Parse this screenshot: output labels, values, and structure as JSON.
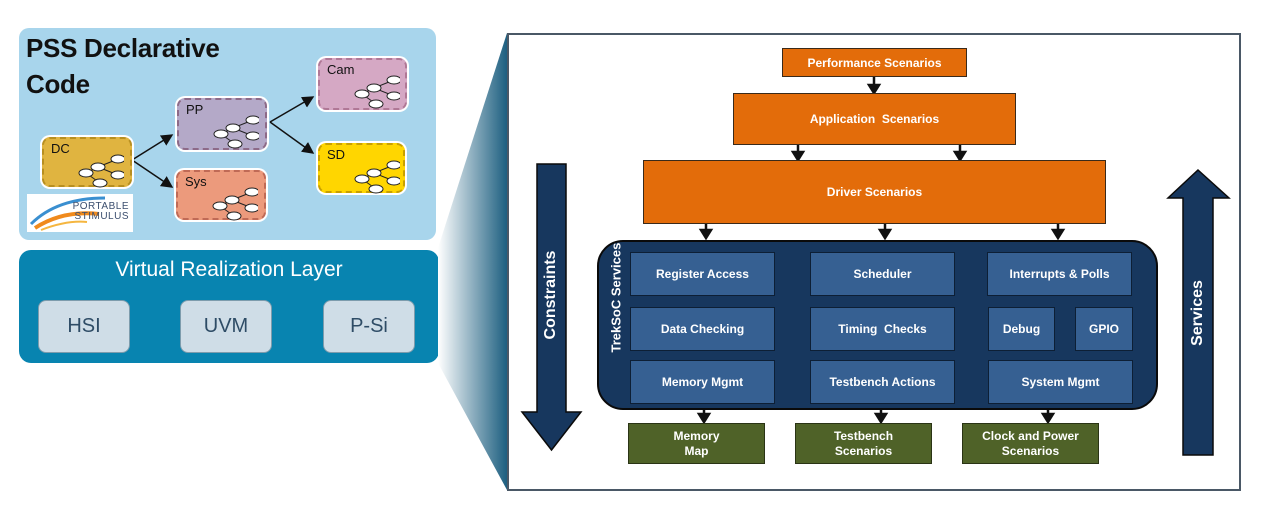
{
  "left_panel": {
    "title_line1": "PSS Declarative",
    "title_line2": "Code",
    "nodes": [
      {
        "label": "DC",
        "color": "#e0b440",
        "border": "#b88f20"
      },
      {
        "label": "PP",
        "color": "#b4a9c8",
        "border": "#8d6a88"
      },
      {
        "label": "Sys",
        "color": "#ec9a7c",
        "border": "#c06a56"
      },
      {
        "label": "Cam",
        "color": "#d5a8c4",
        "border": "#b07896"
      },
      {
        "label": "SD",
        "color": "#ffd600",
        "border": "#c8a000"
      }
    ],
    "logo": {
      "line1": "PORTABLE",
      "line2": "STIMULUS"
    }
  },
  "vrl_panel": {
    "title": "Virtual Realization Layer",
    "items": [
      "HSI",
      "UVM",
      "P-Si"
    ]
  },
  "stack": {
    "performance": "Performance Scenarios",
    "application": "Application  Scenarios",
    "driver": "Driver Scenarios",
    "constraints": "Constraints",
    "services": "Services",
    "services_block_label": "TrekSoC Services",
    "cells": [
      "Register Access",
      "Scheduler",
      "Interrupts & Polls",
      "Data Checking",
      "Timing  Checks",
      "Debug",
      "GPIO",
      "Memory Mgmt",
      "Testbench Actions",
      "System Mgmt"
    ],
    "outputs": [
      {
        "line1": "Memory",
        "line2": "Map"
      },
      {
        "line1": "Testbench",
        "line2": "Scenarios"
      },
      {
        "line1": "Clock and Power",
        "line2": "Scenarios"
      }
    ]
  },
  "colors": {
    "orange": "#e36c0a",
    "navy": "#17375e",
    "cell_blue": "#366092",
    "green": "#4f6228",
    "pss_bg": "#a8d5ec",
    "vrl_bg": "#0884b0"
  }
}
